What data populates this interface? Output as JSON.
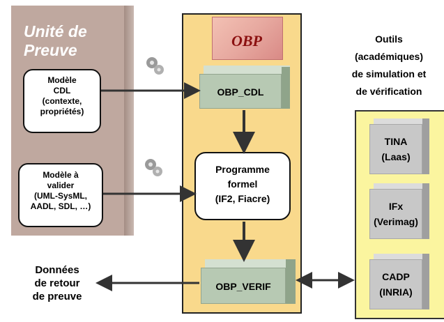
{
  "proof_unit": {
    "title_line1": "Unité de",
    "title_line2": "Preuve"
  },
  "inputs": {
    "cdl_model": [
      "Modèle",
      "CDL",
      "(contexte,",
      "propriétés)"
    ],
    "model_to_validate": [
      "Modèle à",
      "valider",
      "(UML-SysML,",
      "AADL, SDL, …)"
    ]
  },
  "logo": {
    "text": "OBP"
  },
  "pipeline": {
    "obp_cdl": "OBP_CDL",
    "formal_program": [
      "Programme",
      "formel",
      "(IF2, Fiacre)"
    ],
    "obp_verif": "OBP_VERIF"
  },
  "tools": {
    "title": [
      "Outils",
      "(académiques)",
      "de simulation et",
      "de vérification"
    ],
    "items": [
      {
        "name": "TINA",
        "org": "(Laas)"
      },
      {
        "name": "IFx",
        "org": "(Verimag)"
      },
      {
        "name": "CADP",
        "org": "(INRIA)"
      }
    ]
  },
  "feedback": [
    "Données",
    "de retour",
    "de preuve"
  ],
  "colors": {
    "proof_unit": "#bfa89f",
    "center_panel": "#f9d98c",
    "right_panel": "#fbf59f",
    "green_box": "#b7c9b3",
    "tool_box": "#c8c8c8"
  }
}
